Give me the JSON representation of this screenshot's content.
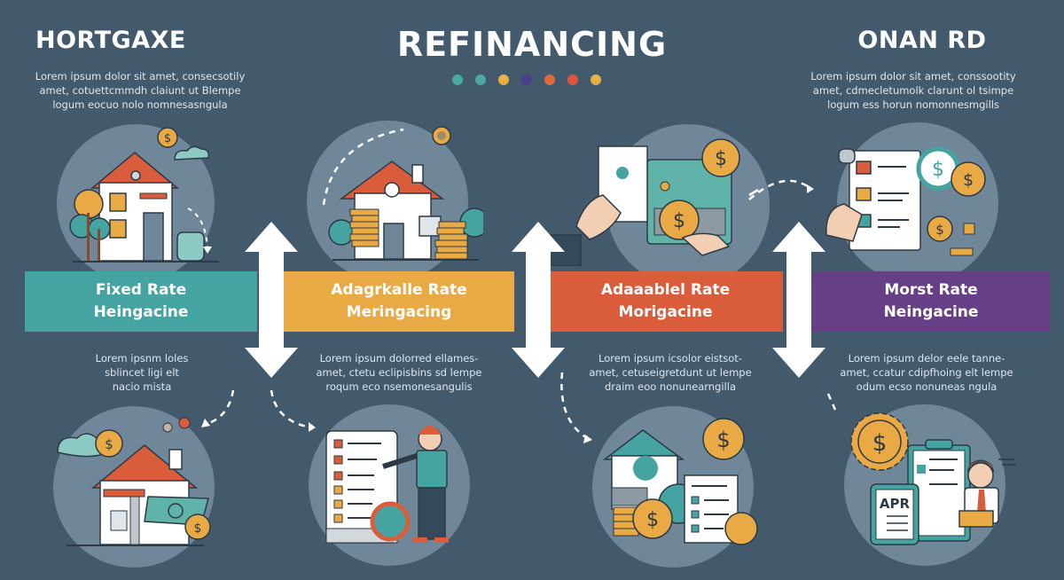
{
  "header": {
    "left_title": "HORTGAXE",
    "center_title": "REFINANCING",
    "right_title": "ONAN RD",
    "left_blurb": "Lorem ipsum dolor sit amet, consecsotily\namet, cotuettcmmdh claiunt ut Blempe\nlogum  eocuo  nolo nomnesasngula",
    "right_blurb": "Lorem ipsum dolor sit amet, conssootity\namet, cdmecletumolk clarunt ol tsimpe\nlogum  ess horun nomonnesmgills",
    "dot_colors": [
      "#4aa9a3",
      "#4aa9a3",
      "#e8b046",
      "#4a3f8a",
      "#dd6a3a",
      "#e0533f",
      "#e8b046"
    ]
  },
  "bands": [
    {
      "label": "Fixed Rate\nHeingacine",
      "color": "#45a3a1"
    },
    {
      "label": "Adagrkalle Rate\nMeringacing",
      "color": "#e9aa45"
    },
    {
      "label": "Adaaablel Rate\nMorigacine",
      "color": "#d95c3b"
    },
    {
      "label": "Morst Rate\nNeingacine",
      "color": "#673f87"
    }
  ],
  "descriptions": [
    "Lorem ipsnm loles\nsblincet  ligi elt\nnacio  mista",
    "Lorem ipsum dolorred ellames-\namet, ctetu eclipisbins sd lempe\nroqum  eco  nsemonesangulis",
    "Lorem ipsum icsolor eistsot-\namet, cetuseigretdunt ut lempe\ndraim  eoo  nonunearngilla",
    "Lorem ipsum delor eele tanne-\namet, ccatur cdipfhoing elt lempe\nodum  ecso  nonuneas ngula"
  ],
  "illustrations": {
    "top": [
      "house-with-trees-and-coin",
      "house-with-coin-stacks",
      "hands-document-and-coins",
      "checklist-with-dollar-coins"
    ],
    "bottom": [
      "house-with-cash-and-gear",
      "man-with-checklist",
      "house-coins-and-document",
      "apr-clipboard-and-agent"
    ],
    "apr_label": "APR"
  },
  "colors": {
    "background": "#435a6d",
    "circle": "#6f8798",
    "teal": "#45a3a1",
    "gold": "#e9aa45",
    "red": "#d95c3b",
    "purple": "#673f87"
  }
}
